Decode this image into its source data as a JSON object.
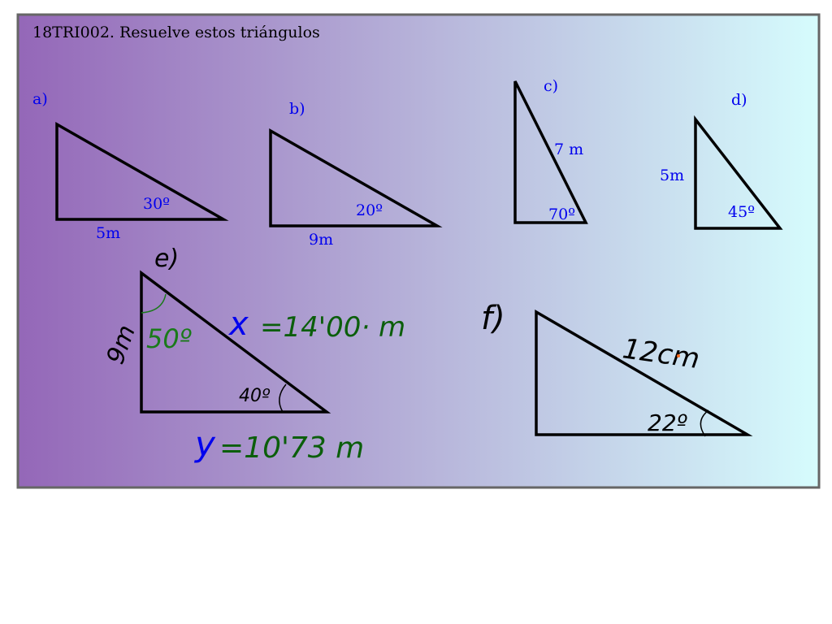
{
  "title": "18TRI002. Resuelve estos triángulos",
  "colors": {
    "gradient_left": "#9467b8",
    "gradient_right": "#d6fcfd",
    "print_text": "#0000ee",
    "hand_green": "#0b5e0b",
    "hand_blue": "#0000ee",
    "frame": "#666666"
  },
  "problems": {
    "a": {
      "label": "a)",
      "angle": "30º",
      "side": "5m"
    },
    "b": {
      "label": "b)",
      "angle": "20º",
      "side": "9m"
    },
    "c": {
      "label": "c)",
      "angle": "70º",
      "side": "7 m"
    },
    "d": {
      "label": "d)",
      "angle": "45º",
      "side": "5m"
    },
    "e": {
      "label": "e)",
      "side": "9m",
      "angle_top": "50º",
      "angle_bottom": "40º",
      "x_var": "x",
      "x_value": "=14'00· m",
      "y_var": "y",
      "y_value": "=10'73 m"
    },
    "f": {
      "label": "f)",
      "side": "12cm",
      "angle": "22º"
    }
  }
}
